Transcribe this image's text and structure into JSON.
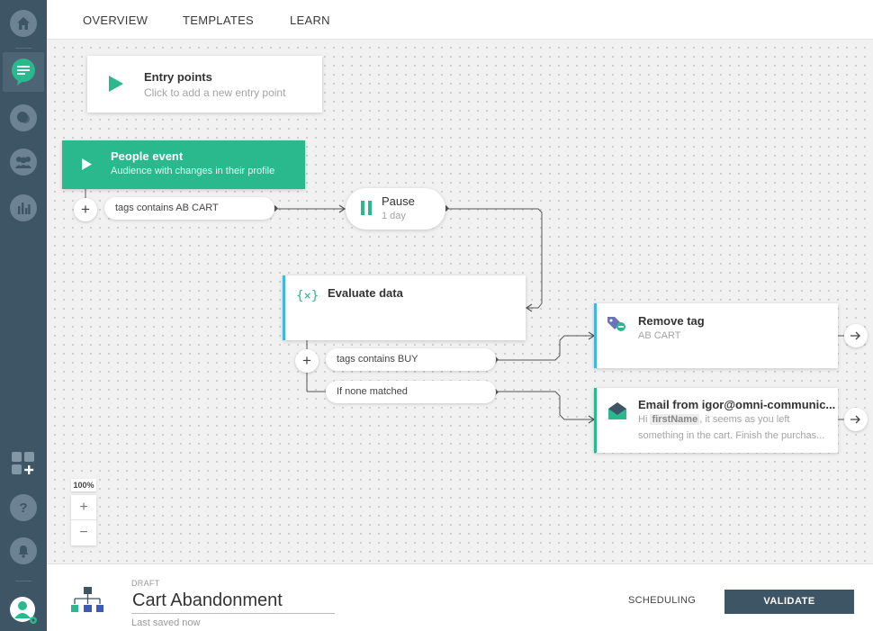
{
  "nav": {
    "tabs": [
      "OVERVIEW",
      "TEMPLATES",
      "LEARN"
    ]
  },
  "sidebar": {
    "icons": [
      "home-icon",
      "automation-icon",
      "conversations-icon",
      "audience-icon",
      "reports-icon",
      "apps-add-icon",
      "help-icon",
      "notifications-icon",
      "profile-icon"
    ]
  },
  "canvas": {
    "entry_points": {
      "title": "Entry points",
      "subtitle": "Click to add a new entry point"
    },
    "people_event": {
      "title": "People event",
      "subtitle": "Audience with changes in their profile"
    },
    "condition_ab_cart": "tags contains AB CART",
    "pause": {
      "title": "Pause",
      "subtitle": "1 day"
    },
    "evaluate": {
      "title": "Evaluate data",
      "icon_text": "{×}"
    },
    "condition_buy": "tags contains BUY",
    "condition_none": "If none matched",
    "remove_tag": {
      "title": "Remove tag",
      "subtitle": "AB CART"
    },
    "email": {
      "title": "Email from igor@omni-communic...",
      "preview_pre": "Hi ",
      "preview_token": "firstName",
      "preview_post": ", it seems as you left",
      "preview_line2": "something in the cart. Finish the purchas..."
    },
    "zoom": {
      "level": "100%",
      "in": "+",
      "out": "−"
    }
  },
  "footer": {
    "status": "DRAFT",
    "name": "Cart Abandonment",
    "saved": "Last saved now",
    "scheduling": "SCHEDULING",
    "validate": "VALIDATE"
  },
  "colors": {
    "sidebar": "#3e5566",
    "green": "#2ab88d",
    "blue_accent": "#3eb8e0",
    "teal_icon": "#20a982"
  }
}
